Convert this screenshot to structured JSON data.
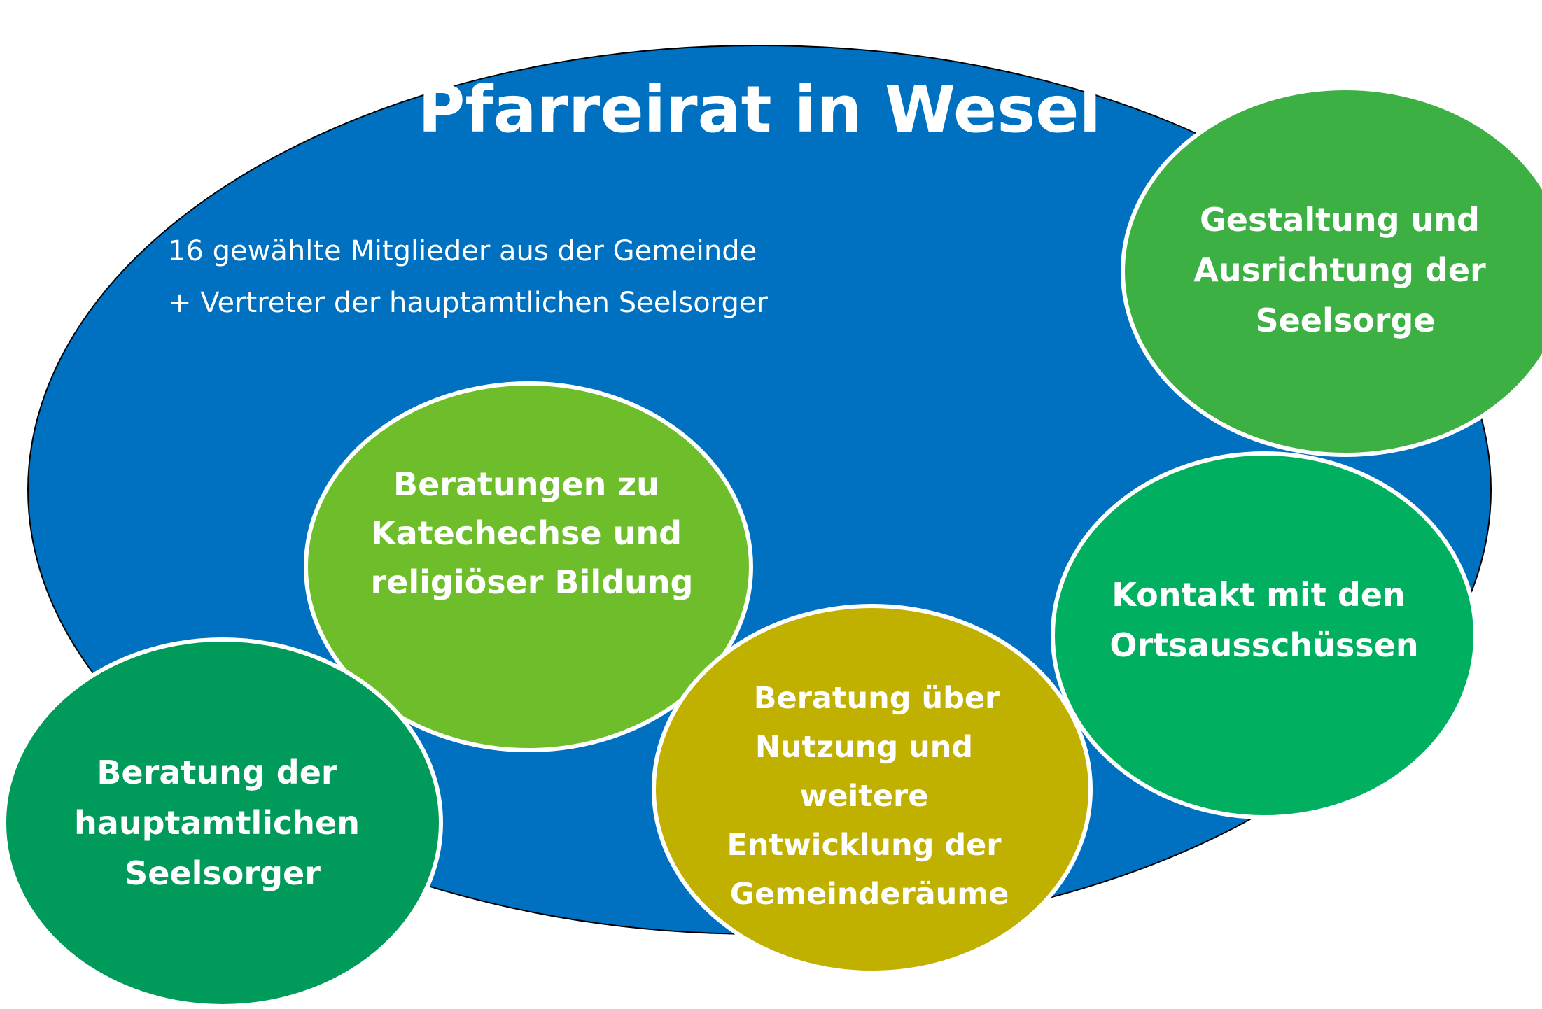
{
  "title": "Pfarreirat in Wesel",
  "intro_lines": [
    "16 gewählte Mitglieder aus der Gemeinde",
    "+ Vertreter der hauptamtlichen Seelsorger"
  ],
  "colors": {
    "main_ellipse": "#0070C0",
    "bubble_katechese": "#6EBE2C",
    "bubble_seelsorge": "#3CB043",
    "bubble_ortsausschuss": "#00B060",
    "bubble_seelsorger": "#009A5A",
    "bubble_gemeinderaeume": "#C0B000",
    "text": "#FFFFFF"
  },
  "bubbles": {
    "katechese": {
      "lines": [
        "Beratungen zu",
        "Katechechse und",
        "religiöser Bildung"
      ]
    },
    "seelsorge": {
      "lines": [
        "Gestaltung und",
        "Ausrichtung der",
        "Seelsorge"
      ]
    },
    "ortsausschuss": {
      "lines": [
        "Kontakt mit den",
        "Ortsausschüssen"
      ]
    },
    "seelsorger": {
      "lines": [
        "Beratung der",
        "hauptamtlichen",
        "Seelsorger"
      ]
    },
    "gemeinderaeume": {
      "lines": [
        "Beratung über",
        "Nutzung und",
        "weitere",
        "Entwicklung der",
        "Gemeinderäume"
      ]
    }
  }
}
